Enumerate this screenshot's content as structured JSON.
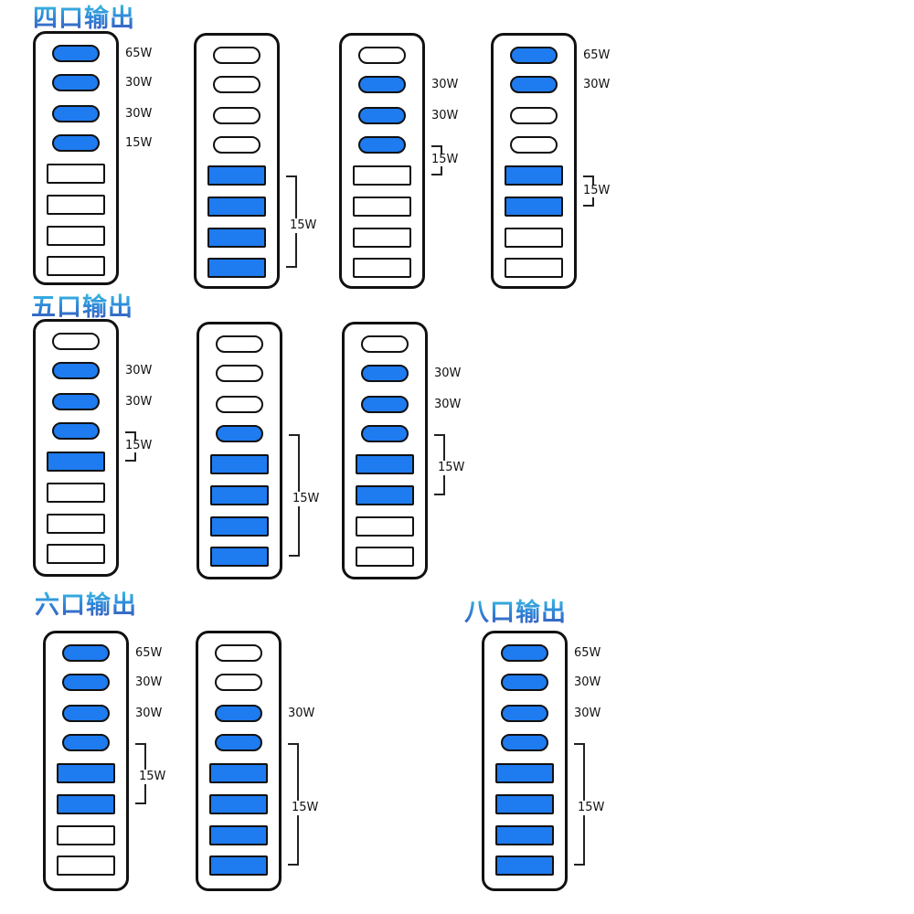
{
  "sections": [
    {
      "title": "四口输出",
      "hubs": [
        {
          "ports": [
            [
              "c",
              1
            ],
            [
              "c",
              1
            ],
            [
              "c",
              1
            ],
            [
              "c",
              1
            ],
            [
              "a",
              0
            ],
            [
              "a",
              0
            ],
            [
              "a",
              0
            ],
            [
              "a",
              0
            ]
          ],
          "labels": [
            {
              "port": 0,
              "text": "65W"
            },
            {
              "port": 1,
              "text": "30W"
            },
            {
              "port": 2,
              "text": "30W"
            },
            {
              "port": 3,
              "text": "15W"
            }
          ],
          "bracket": null
        },
        {
          "ports": [
            [
              "c",
              0
            ],
            [
              "c",
              0
            ],
            [
              "c",
              0
            ],
            [
              "c",
              0
            ],
            [
              "a",
              1
            ],
            [
              "a",
              1
            ],
            [
              "a",
              1
            ],
            [
              "a",
              1
            ]
          ],
          "labels": [],
          "bracket": {
            "from": 4,
            "to": 7,
            "text": "15W"
          }
        },
        {
          "ports": [
            [
              "c",
              0
            ],
            [
              "c",
              1
            ],
            [
              "c",
              1
            ],
            [
              "c",
              1
            ],
            [
              "a",
              0
            ],
            [
              "a",
              0
            ],
            [
              "a",
              0
            ],
            [
              "a",
              0
            ]
          ],
          "labels": [
            {
              "port": 1,
              "text": "30W"
            },
            {
              "port": 2,
              "text": "30W"
            }
          ],
          "bracket": {
            "from": 3,
            "to": 4,
            "text": "15W"
          }
        },
        {
          "ports": [
            [
              "c",
              1
            ],
            [
              "c",
              1
            ],
            [
              "c",
              0
            ],
            [
              "c",
              0
            ],
            [
              "a",
              1
            ],
            [
              "a",
              1
            ],
            [
              "a",
              0
            ],
            [
              "a",
              0
            ]
          ],
          "labels": [
            {
              "port": 0,
              "text": "65W"
            },
            {
              "port": 1,
              "text": "30W"
            }
          ],
          "bracket": {
            "from": 4,
            "to": 5,
            "text": "15W"
          }
        }
      ]
    },
    {
      "title": "五口输出",
      "hubs": [
        {
          "ports": [
            [
              "c",
              0
            ],
            [
              "c",
              1
            ],
            [
              "c",
              1
            ],
            [
              "c",
              1
            ],
            [
              "a",
              1
            ],
            [
              "a",
              0
            ],
            [
              "a",
              0
            ],
            [
              "a",
              0
            ]
          ],
          "labels": [
            {
              "port": 1,
              "text": "30W"
            },
            {
              "port": 2,
              "text": "30W"
            }
          ],
          "bracket": {
            "from": 3,
            "to": 4,
            "text": "15W"
          }
        },
        {
          "ports": [
            [
              "c",
              0
            ],
            [
              "c",
              0
            ],
            [
              "c",
              0
            ],
            [
              "c",
              1
            ],
            [
              "a",
              1
            ],
            [
              "a",
              1
            ],
            [
              "a",
              1
            ],
            [
              "a",
              1
            ]
          ],
          "labels": [],
          "bracket": {
            "from": 3,
            "to": 7,
            "text": "15W"
          }
        },
        {
          "ports": [
            [
              "c",
              0
            ],
            [
              "c",
              1
            ],
            [
              "c",
              1
            ],
            [
              "c",
              1
            ],
            [
              "a",
              1
            ],
            [
              "a",
              1
            ],
            [
              "a",
              0
            ],
            [
              "a",
              0
            ]
          ],
          "labels": [
            {
              "port": 1,
              "text": "30W"
            },
            {
              "port": 2,
              "text": "30W"
            }
          ],
          "bracket": {
            "from": 3,
            "to": 5,
            "text": "15W"
          }
        }
      ]
    },
    {
      "title": "六口输出",
      "hubs": [
        {
          "ports": [
            [
              "c",
              1
            ],
            [
              "c",
              1
            ],
            [
              "c",
              1
            ],
            [
              "c",
              1
            ],
            [
              "a",
              1
            ],
            [
              "a",
              1
            ],
            [
              "a",
              0
            ],
            [
              "a",
              0
            ]
          ],
          "labels": [
            {
              "port": 0,
              "text": "65W"
            },
            {
              "port": 1,
              "text": "30W"
            },
            {
              "port": 2,
              "text": "30W"
            }
          ],
          "bracket": {
            "from": 3,
            "to": 5,
            "text": "15W"
          }
        },
        {
          "ports": [
            [
              "c",
              0
            ],
            [
              "c",
              0
            ],
            [
              "c",
              1
            ],
            [
              "c",
              1
            ],
            [
              "a",
              1
            ],
            [
              "a",
              1
            ],
            [
              "a",
              1
            ],
            [
              "a",
              1
            ]
          ],
          "labels": [
            {
              "port": 2,
              "text": "30W"
            }
          ],
          "bracket": {
            "from": 3,
            "to": 7,
            "text": "15W"
          }
        }
      ]
    },
    {
      "title": "八口输出",
      "hubs": [
        {
          "ports": [
            [
              "c",
              1
            ],
            [
              "c",
              1
            ],
            [
              "c",
              1
            ],
            [
              "c",
              1
            ],
            [
              "a",
              1
            ],
            [
              "a",
              1
            ],
            [
              "a",
              1
            ],
            [
              "a",
              1
            ]
          ],
          "labels": [
            {
              "port": 0,
              "text": "65W"
            },
            {
              "port": 1,
              "text": "30W"
            },
            {
              "port": 2,
              "text": "30W"
            }
          ],
          "bracket": {
            "from": 3,
            "to": 7,
            "text": "15W"
          }
        }
      ]
    }
  ],
  "colors": {
    "active_port": "#1e7bf0",
    "inactive_port": "#ffffff",
    "outline": "#111111"
  },
  "icons": {
    "usb_c_port": "usb-c-port-icon",
    "usb_a_port": "usb-a-port-icon"
  }
}
